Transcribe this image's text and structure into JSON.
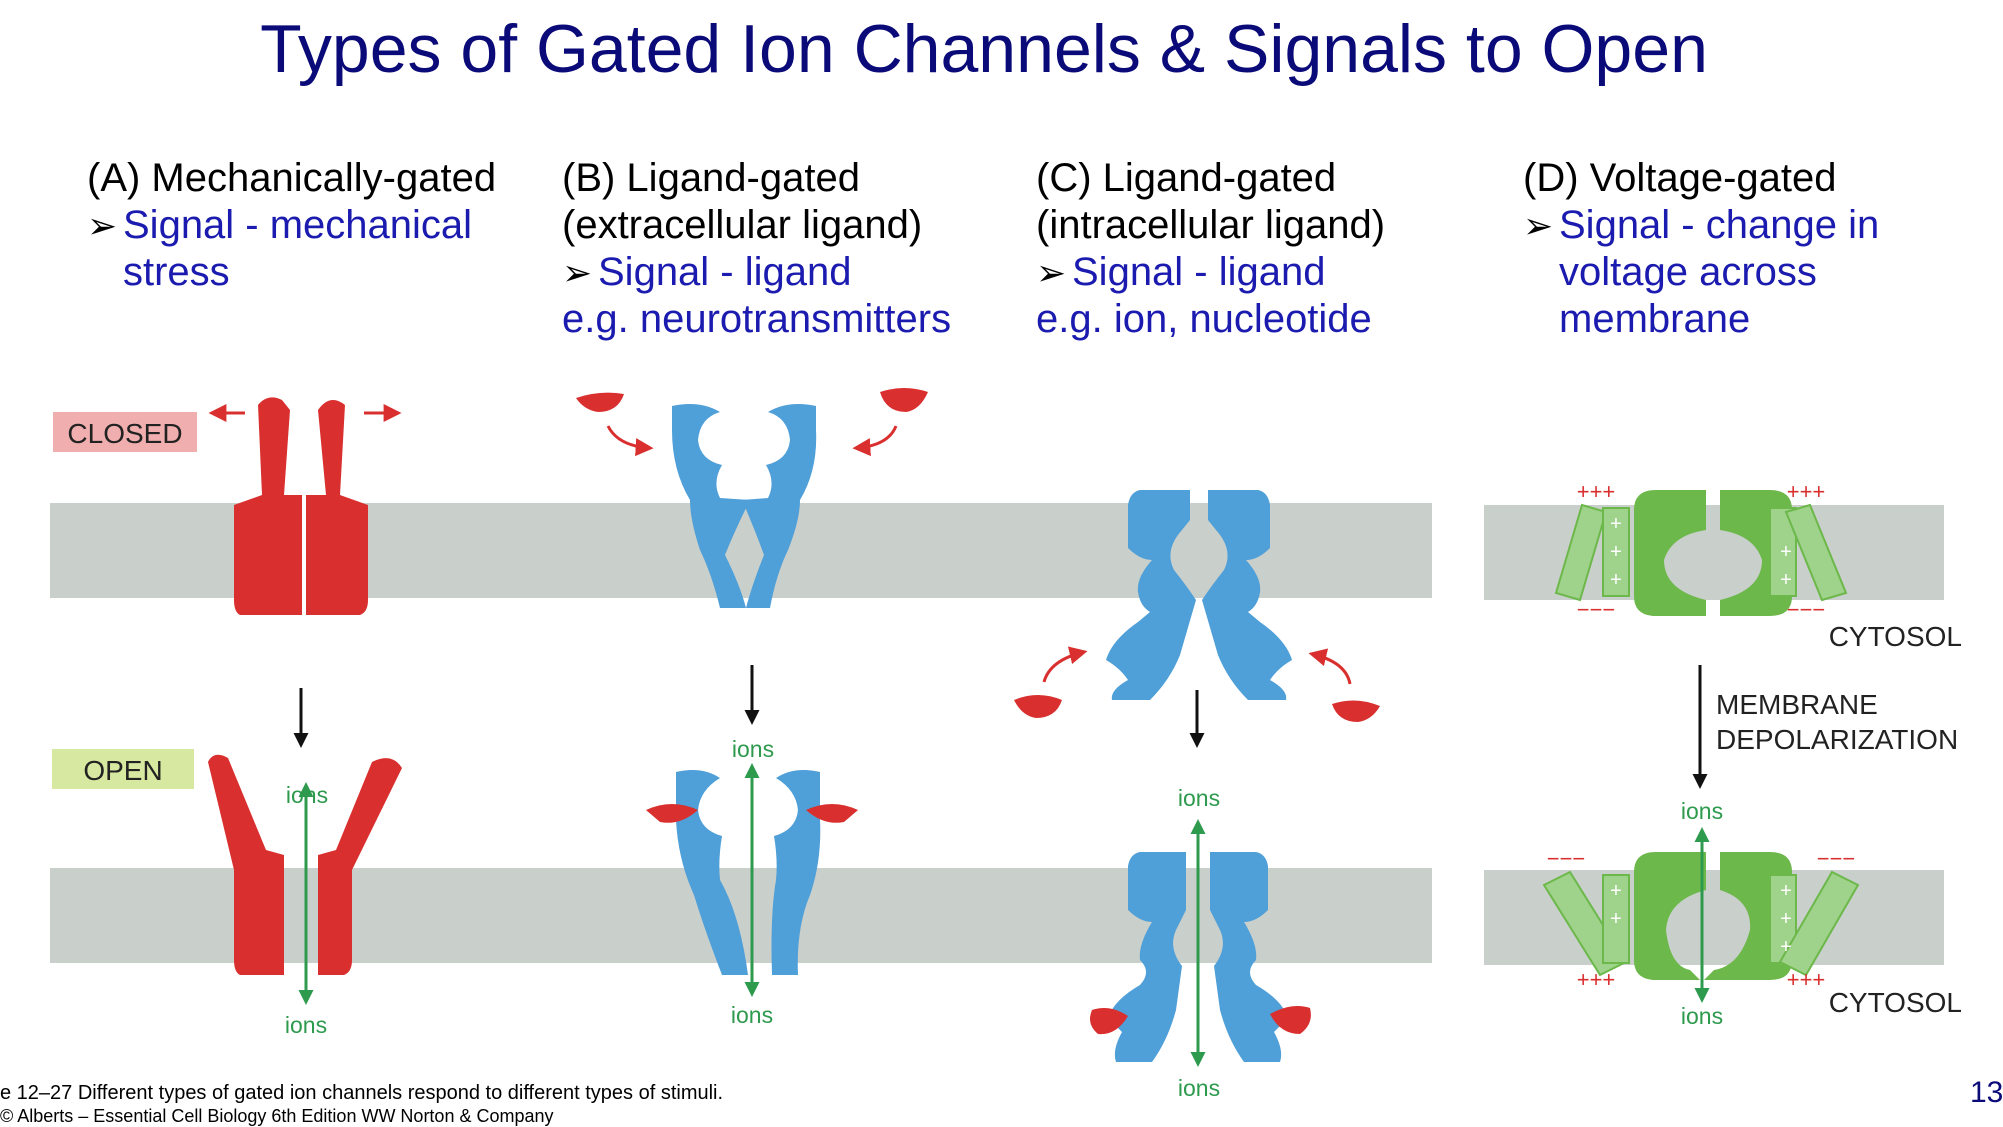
{
  "title": "Types of Gated Ion Channels & Signals to Open",
  "columns": [
    {
      "header": [
        "(A) Mechanically-gated"
      ],
      "signal": [
        "Signal - mechanical",
        "stress"
      ],
      "example": ""
    },
    {
      "header": [
        "(B) Ligand-gated",
        "(extracellular ligand)"
      ],
      "signal": [
        "Signal - ligand"
      ],
      "example": "e.g. neurotransmitters"
    },
    {
      "header": [
        "(C) Ligand-gated",
        "(intracellular ligand)"
      ],
      "signal": [
        "Signal - ligand"
      ],
      "example": "e.g. ion, nucleotide"
    },
    {
      "header": [
        "(D) Voltage-gated"
      ],
      "signal": [
        "Signal - change in",
        "voltage across",
        "membrane"
      ],
      "example": ""
    }
  ],
  "states": {
    "closed": "CLOSED",
    "open": "OPEN"
  },
  "labels": {
    "ions": "ions",
    "cytosol": "CYTOSOL",
    "depolarization": [
      "MEMBRANE",
      "DEPOLARIZATION"
    ],
    "plus3": "+++",
    "minus3": "−−−",
    "plus": "+"
  },
  "caption": "e 12–27 Different types of gated ion channels respond to different types of stimuli.",
  "caption2": "© Alberts – Essential Cell Biology 6th Edition WW Norton & Company",
  "page_number": "13",
  "colors": {
    "title": "#0a0a78",
    "signal_text": "#1b1bb0",
    "membrane": "#c9cfcb",
    "mechanical_channel": "#d9302f",
    "ligand_channel": "#4f9fd8",
    "ligand": "#d9302f",
    "voltage_channel": "#6cb84a",
    "voltage_sensor": "#9fd28a",
    "ions_label": "#2e9a4e",
    "closed_badge": "#f0aeae",
    "open_badge": "#d7e8a0"
  },
  "icons": [
    "bullet-arrow-icon",
    "down-arrow-icon",
    "ion-flow-arrow-icon",
    "ligand-icon"
  ]
}
